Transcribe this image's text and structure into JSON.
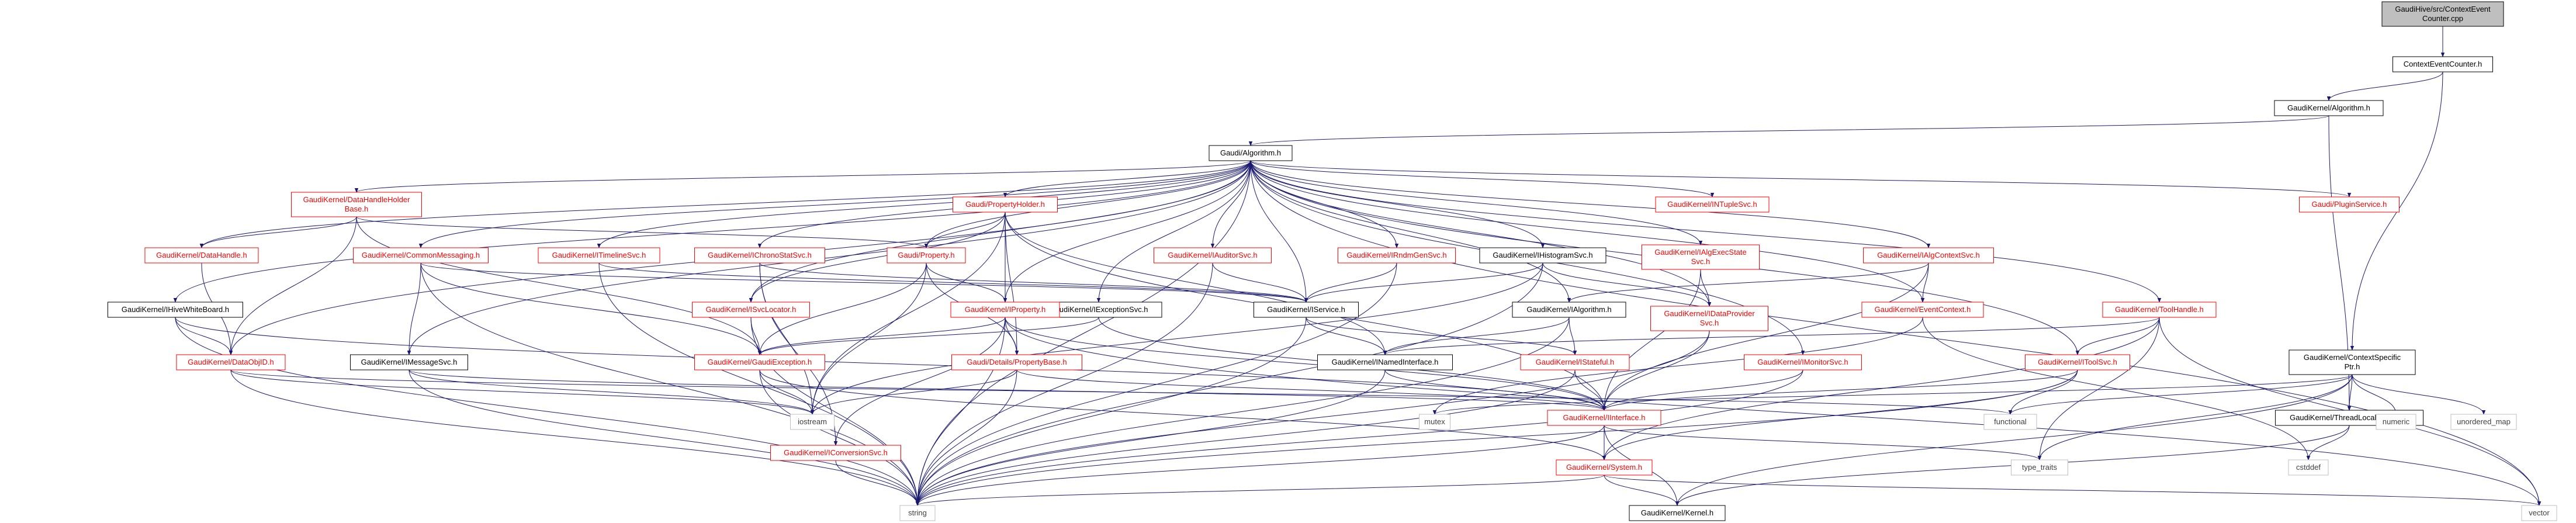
{
  "diagram": {
    "colors": {
      "edge": "#191970",
      "root_fill": "#bfbfbf",
      "normal_border": "#000000",
      "linked_border": "#ff0000",
      "external_border": "#bfbfbf",
      "normal_text": "#000000",
      "linked_text": "#ff0000",
      "external_text": "#404040"
    },
    "nodes": [
      {
        "id": "n0",
        "lines": [
          "GaudiHive/src/ContextEvent",
          "Counter.cpp"
        ],
        "style": "root"
      },
      {
        "id": "n1",
        "lines": [
          "ContextEventCounter.h"
        ],
        "style": "normal"
      },
      {
        "id": "n2",
        "lines": [
          "GaudiKernel/Algorithm.h"
        ],
        "style": "normal"
      },
      {
        "id": "n3",
        "lines": [
          "Gaudi/Algorithm.h"
        ],
        "style": "normal"
      },
      {
        "id": "n4",
        "lines": [
          "GaudiKernel/DataHandleHolder",
          "Base.h"
        ],
        "style": "linked"
      },
      {
        "id": "n5",
        "lines": [
          "Gaudi/PropertyHolder.h"
        ],
        "style": "linked"
      },
      {
        "id": "n6",
        "lines": [
          "GaudiKernel/INTupleSvc.h"
        ],
        "style": "linked"
      },
      {
        "id": "n7",
        "lines": [
          "GaudiKernel/IAlgExecState",
          "Svc.h"
        ],
        "style": "linked"
      },
      {
        "id": "n8",
        "lines": [
          "Gaudi/PluginService.h"
        ],
        "style": "linked"
      },
      {
        "id": "n9",
        "lines": [
          "GaudiKernel/DataHandle.h"
        ],
        "style": "linked"
      },
      {
        "id": "n10",
        "lines": [
          "GaudiKernel/CommonMessaging.h"
        ],
        "style": "linked"
      },
      {
        "id": "n11",
        "lines": [
          "GaudiKernel/ITimelineSvc.h"
        ],
        "style": "linked"
      },
      {
        "id": "n12",
        "lines": [
          "GaudiKernel/IChronoStatSvc.h"
        ],
        "style": "linked"
      },
      {
        "id": "n13",
        "lines": [
          "Gaudi/Property.h"
        ],
        "style": "linked"
      },
      {
        "id": "n14",
        "lines": [
          "GaudiKernel/IAuditorSvc.h"
        ],
        "style": "linked"
      },
      {
        "id": "n15",
        "lines": [
          "GaudiKernel/IRndmGenSvc.h"
        ],
        "style": "linked"
      },
      {
        "id": "n16",
        "lines": [
          "GaudiKernel/IHistogramSvc.h"
        ],
        "style": "normal"
      },
      {
        "id": "n17",
        "lines": [
          "GaudiKernel/IAlgContextSvc.h"
        ],
        "style": "linked"
      },
      {
        "id": "n18",
        "lines": [
          "GaudiKernel/IHiveWhiteBoard.h"
        ],
        "style": "normal"
      },
      {
        "id": "n19",
        "lines": [
          "GaudiKernel/ISvcLocator.h"
        ],
        "style": "linked"
      },
      {
        "id": "n20",
        "lines": [
          "GaudiKernel/IService.h"
        ],
        "style": "normal"
      },
      {
        "id": "n21",
        "lines": [
          "GaudiKernel/IExceptionSvc.h"
        ],
        "style": "normal"
      },
      {
        "id": "n22",
        "lines": [
          "GaudiKernel/IProperty.h"
        ],
        "style": "linked"
      },
      {
        "id": "n23",
        "lines": [
          "GaudiKernel/IAlgorithm.h"
        ],
        "style": "normal"
      },
      {
        "id": "n24",
        "lines": [
          "GaudiKernel/IDataProvider",
          "Svc.h"
        ],
        "style": "linked"
      },
      {
        "id": "n25",
        "lines": [
          "GaudiKernel/EventContext.h"
        ],
        "style": "linked"
      },
      {
        "id": "n26",
        "lines": [
          "GaudiKernel/ToolHandle.h"
        ],
        "style": "linked"
      },
      {
        "id": "n27",
        "lines": [
          "GaudiKernel/DataObjID.h"
        ],
        "style": "linked"
      },
      {
        "id": "n28",
        "lines": [
          "GaudiKernel/IMessageSvc.h"
        ],
        "style": "normal"
      },
      {
        "id": "n29",
        "lines": [
          "GaudiKernel/GaudiException.h"
        ],
        "style": "linked"
      },
      {
        "id": "n30",
        "lines": [
          "Gaudi/Details/PropertyBase.h"
        ],
        "style": "linked"
      },
      {
        "id": "n31",
        "lines": [
          "GaudiKernel/INamedInterface.h"
        ],
        "style": "normal"
      },
      {
        "id": "n32",
        "lines": [
          "GaudiKernel/IStateful.h"
        ],
        "style": "linked"
      },
      {
        "id": "n33",
        "lines": [
          "GaudiKernel/IMonitorSvc.h"
        ],
        "style": "linked"
      },
      {
        "id": "n34",
        "lines": [
          "GaudiKernel/IToolSvc.h"
        ],
        "style": "linked"
      },
      {
        "id": "n35",
        "lines": [
          "GaudiKernel/ContextSpecific",
          "Ptr.h"
        ],
        "style": "normal"
      },
      {
        "id": "n36",
        "lines": [
          "GaudiKernel/IInterface.h"
        ],
        "style": "linked"
      },
      {
        "id": "n37",
        "lines": [
          "GaudiKernel/IConversionSvc.h"
        ],
        "style": "linked"
      },
      {
        "id": "n38",
        "lines": [
          "GaudiKernel/System.h"
        ],
        "style": "linked"
      },
      {
        "id": "n39",
        "lines": [
          "GaudiKernel/ThreadLocalContext.h"
        ],
        "style": "normal"
      },
      {
        "id": "n40",
        "lines": [
          "GaudiKernel/Kernel.h"
        ],
        "style": "normal"
      },
      {
        "id": "n41",
        "lines": [
          "iostream"
        ],
        "style": "external"
      },
      {
        "id": "n42",
        "lines": [
          "mutex"
        ],
        "style": "external"
      },
      {
        "id": "n43",
        "lines": [
          "functional"
        ],
        "style": "external"
      },
      {
        "id": "n44",
        "lines": [
          "type_traits"
        ],
        "style": "external"
      },
      {
        "id": "n45",
        "lines": [
          "string"
        ],
        "style": "external"
      },
      {
        "id": "n46",
        "lines": [
          "vector"
        ],
        "style": "external"
      },
      {
        "id": "n47",
        "lines": [
          "cstddef"
        ],
        "style": "external"
      },
      {
        "id": "n48",
        "lines": [
          "numeric"
        ],
        "style": "external"
      },
      {
        "id": "n49",
        "lines": [
          "unordered_map"
        ],
        "style": "external"
      }
    ],
    "edges": [
      [
        "n0",
        "n1"
      ],
      [
        "n1",
        "n2"
      ],
      [
        "n1",
        "n35"
      ],
      [
        "n2",
        "n3"
      ],
      [
        "n2",
        "n39"
      ],
      [
        "n3",
        "n4"
      ],
      [
        "n3",
        "n5"
      ],
      [
        "n3",
        "n6"
      ],
      [
        "n3",
        "n7"
      ],
      [
        "n3",
        "n8"
      ],
      [
        "n3",
        "n9"
      ],
      [
        "n3",
        "n10"
      ],
      [
        "n3",
        "n11"
      ],
      [
        "n3",
        "n12"
      ],
      [
        "n3",
        "n13"
      ],
      [
        "n3",
        "n14"
      ],
      [
        "n3",
        "n15"
      ],
      [
        "n3",
        "n16"
      ],
      [
        "n3",
        "n17"
      ],
      [
        "n3",
        "n18"
      ],
      [
        "n3",
        "n19"
      ],
      [
        "n3",
        "n20"
      ],
      [
        "n3",
        "n21"
      ],
      [
        "n3",
        "n22"
      ],
      [
        "n3",
        "n23"
      ],
      [
        "n3",
        "n24"
      ],
      [
        "n3",
        "n25"
      ],
      [
        "n3",
        "n26"
      ],
      [
        "n3",
        "n27"
      ],
      [
        "n3",
        "n28"
      ],
      [
        "n3",
        "n33"
      ],
      [
        "n3",
        "n34"
      ],
      [
        "n3",
        "n45"
      ],
      [
        "n3",
        "n46"
      ],
      [
        "n4",
        "n9"
      ],
      [
        "n4",
        "n27"
      ],
      [
        "n4",
        "n13"
      ],
      [
        "n4",
        "n29"
      ],
      [
        "n5",
        "n13"
      ],
      [
        "n5",
        "n22"
      ],
      [
        "n5",
        "n19"
      ],
      [
        "n5",
        "n31"
      ],
      [
        "n5",
        "n36"
      ],
      [
        "n5",
        "n30"
      ],
      [
        "n5",
        "n41"
      ],
      [
        "n7",
        "n24"
      ],
      [
        "n7",
        "n36"
      ],
      [
        "n9",
        "n27"
      ],
      [
        "n10",
        "n28"
      ],
      [
        "n10",
        "n29"
      ],
      [
        "n10",
        "n20"
      ],
      [
        "n10",
        "n45"
      ],
      [
        "n11",
        "n20"
      ],
      [
        "n11",
        "n45"
      ],
      [
        "n12",
        "n20"
      ],
      [
        "n12",
        "n41"
      ],
      [
        "n13",
        "n22"
      ],
      [
        "n13",
        "n30"
      ],
      [
        "n13",
        "n29"
      ],
      [
        "n13",
        "n41"
      ],
      [
        "n14",
        "n20"
      ],
      [
        "n14",
        "n45"
      ],
      [
        "n15",
        "n20"
      ],
      [
        "n15",
        "n45"
      ],
      [
        "n16",
        "n20"
      ],
      [
        "n16",
        "n24"
      ],
      [
        "n16",
        "n45"
      ],
      [
        "n16",
        "n41"
      ],
      [
        "n17",
        "n23"
      ],
      [
        "n17",
        "n25"
      ],
      [
        "n17",
        "n36"
      ],
      [
        "n18",
        "n27"
      ],
      [
        "n18",
        "n36"
      ],
      [
        "n18",
        "n45"
      ],
      [
        "n19",
        "n29"
      ],
      [
        "n19",
        "n45"
      ],
      [
        "n20",
        "n31"
      ],
      [
        "n20",
        "n32"
      ],
      [
        "n20",
        "n45"
      ],
      [
        "n21",
        "n36"
      ],
      [
        "n21",
        "n29"
      ],
      [
        "n22",
        "n36"
      ],
      [
        "n22",
        "n29"
      ],
      [
        "n22",
        "n30"
      ],
      [
        "n22",
        "n45"
      ],
      [
        "n22",
        "n46"
      ],
      [
        "n23",
        "n31"
      ],
      [
        "n23",
        "n32"
      ],
      [
        "n23",
        "n45"
      ],
      [
        "n24",
        "n36"
      ],
      [
        "n24",
        "n45"
      ],
      [
        "n25",
        "n42"
      ],
      [
        "n25",
        "n47"
      ],
      [
        "n26",
        "n34"
      ],
      [
        "n26",
        "n31"
      ],
      [
        "n26",
        "n38"
      ],
      [
        "n26",
        "n46"
      ],
      [
        "n26",
        "n44"
      ],
      [
        "n27",
        "n41"
      ],
      [
        "n27",
        "n43"
      ],
      [
        "n27",
        "n45"
      ],
      [
        "n28",
        "n36"
      ],
      [
        "n28",
        "n41"
      ],
      [
        "n28",
        "n45"
      ],
      [
        "n29",
        "n38"
      ],
      [
        "n29",
        "n45"
      ],
      [
        "n29",
        "n41"
      ],
      [
        "n30",
        "n36"
      ],
      [
        "n30",
        "n45"
      ],
      [
        "n30",
        "n41"
      ],
      [
        "n31",
        "n36"
      ],
      [
        "n31",
        "n45"
      ],
      [
        "n32",
        "n36"
      ],
      [
        "n32",
        "n45"
      ],
      [
        "n33",
        "n36"
      ],
      [
        "n33",
        "n45"
      ],
      [
        "n34",
        "n36"
      ],
      [
        "n34",
        "n38"
      ],
      [
        "n34",
        "n43"
      ],
      [
        "n34",
        "n45"
      ],
      [
        "n35",
        "n39"
      ],
      [
        "n35",
        "n40"
      ],
      [
        "n35",
        "n43"
      ],
      [
        "n35",
        "n42"
      ],
      [
        "n35",
        "n48"
      ],
      [
        "n35",
        "n49"
      ],
      [
        "n35",
        "n44"
      ],
      [
        "n36",
        "n38"
      ],
      [
        "n36",
        "n40"
      ],
      [
        "n36",
        "n44"
      ],
      [
        "n36",
        "n45"
      ],
      [
        "n37",
        "n45"
      ],
      [
        "n38",
        "n40"
      ],
      [
        "n38",
        "n45"
      ],
      [
        "n38",
        "n46"
      ],
      [
        "n39",
        "n40"
      ],
      [
        "n39",
        "n47"
      ],
      [
        "n22",
        "n37"
      ],
      [
        "n12",
        "n37"
      ]
    ]
  }
}
